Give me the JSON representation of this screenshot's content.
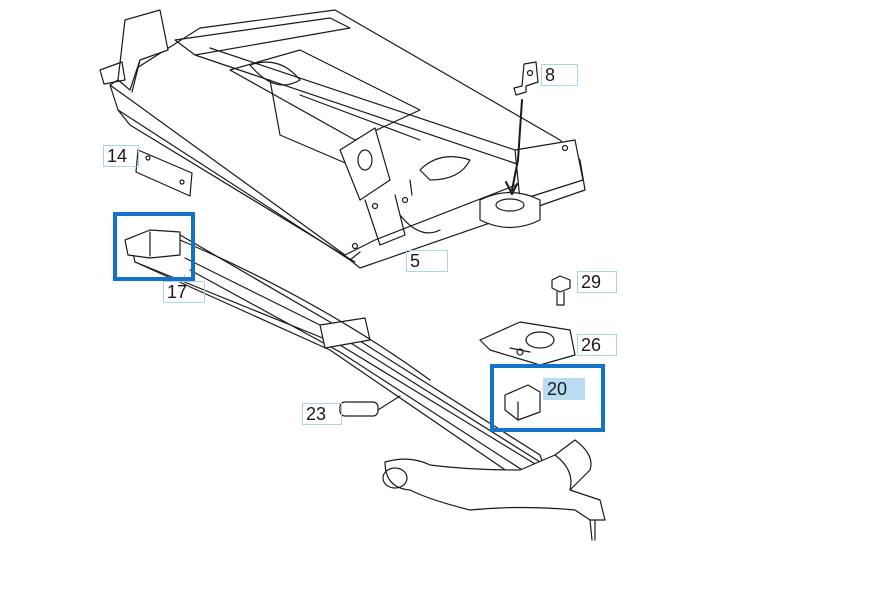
{
  "callouts": {
    "c8": "8",
    "c14": "14",
    "c5": "5",
    "c17": "17",
    "c29": "29",
    "c26": "26",
    "c20": "20",
    "c23": "23"
  },
  "colors": {
    "line": "#1a1a1a",
    "selection": "#1473c9",
    "label_border": "#a9d4ee",
    "label_highlight": "#b9dcf3"
  },
  "icons": {
    "part_8": "mounting-bracket-icon",
    "part_14": "plate-icon",
    "part_5": "crossmember-frame-icon",
    "part_17": "leaf-spring-pad-icon",
    "part_29": "bolt-icon",
    "part_26": "spring-clamp-icon",
    "part_20": "rubber-bumper-icon",
    "part_23": "spacer-pad-icon",
    "leaf_spring": "leaf-spring-icon",
    "control_arm": "control-arm-icon"
  }
}
